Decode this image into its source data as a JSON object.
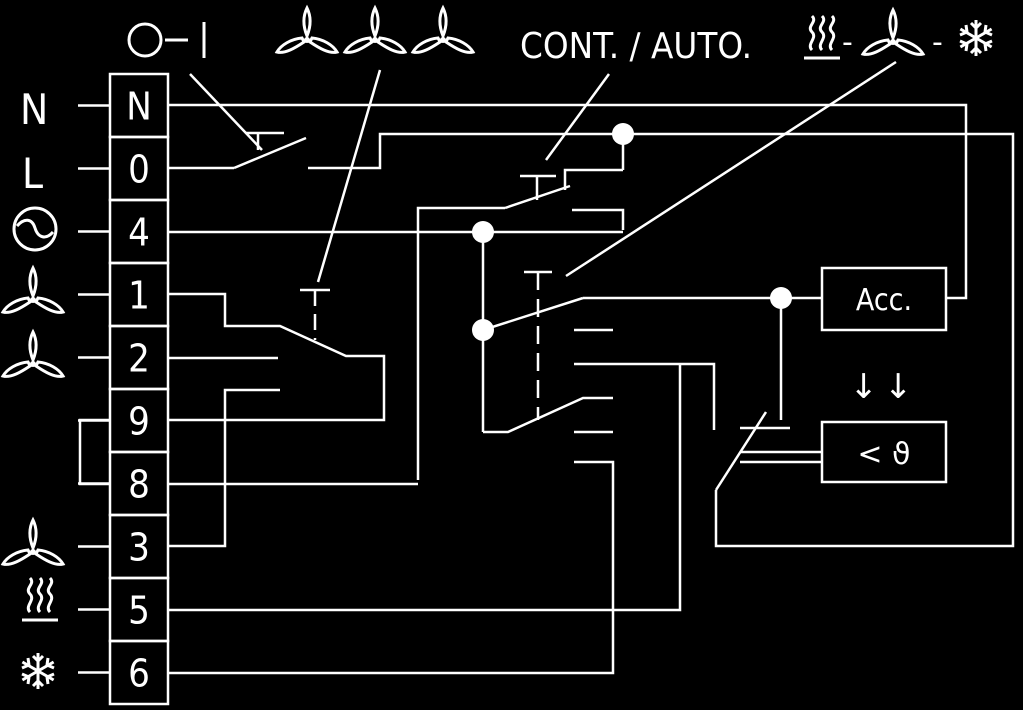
{
  "colors": {
    "background": "#000000",
    "foreground": "#ffffff"
  },
  "header": {
    "power_switch": "O–I",
    "cont_auto": "CONT. / AUTO.",
    "mode_separator_1": "-",
    "mode_separator_2": "-"
  },
  "terminals": [
    {
      "number": "N",
      "left_label": "N",
      "left_icon": ""
    },
    {
      "number": "0",
      "left_label": "L",
      "left_icon": ""
    },
    {
      "number": "4",
      "left_label": "",
      "left_icon": "motor-icon"
    },
    {
      "number": "1",
      "left_label": "",
      "left_icon": "fan-icon"
    },
    {
      "number": "2",
      "left_label": "",
      "left_icon": "fan-icon"
    },
    {
      "number": "9",
      "left_label": "",
      "left_icon": ""
    },
    {
      "number": "8",
      "left_label": "",
      "left_icon": ""
    },
    {
      "number": "3",
      "left_label": "",
      "left_icon": "fan-icon"
    },
    {
      "number": "5",
      "left_label": "",
      "left_icon": "heat-icon"
    },
    {
      "number": "6",
      "left_label": "",
      "left_icon": "snowflake-icon"
    }
  ],
  "boxes": {
    "accessory": "Acc.",
    "thermostat": "< ϑ",
    "arrows": "↓↓"
  }
}
